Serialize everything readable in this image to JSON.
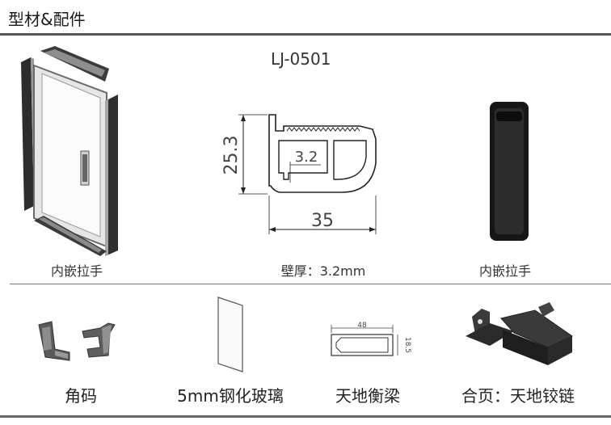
{
  "header": {
    "title": "型材&配件"
  },
  "profile": {
    "model": "LJ-0501",
    "dim_height": "25.3",
    "dim_inner": "3.2",
    "dim_width": "35"
  },
  "captions_top": {
    "left": "内嵌拉手",
    "center": "壁厚：3.2mm",
    "right": "内嵌拉手"
  },
  "captions_bottom": {
    "corner": "角码",
    "glass": "5mm钢化玻璃",
    "beam": "天地衡梁",
    "hinge": "合页：天地铰链"
  },
  "beam_dims": {
    "width": "48",
    "height": "18.5"
  }
}
